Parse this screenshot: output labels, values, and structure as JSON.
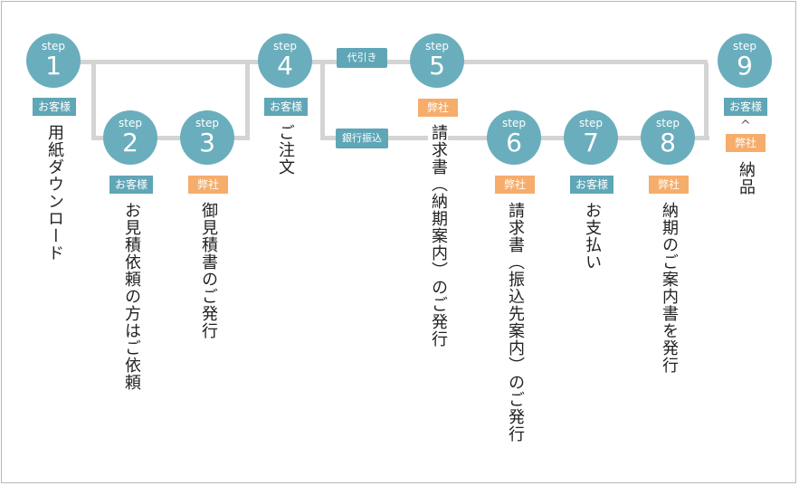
{
  "colors": {
    "circle": "#6aaebd",
    "client_badge": "#5fa6b6",
    "us_badge": "#f6ad6b",
    "line": "#d4d4d4"
  },
  "steps": [
    {
      "word": "step",
      "num": "1",
      "badge": "お客様",
      "desc": "用紙ダウンロード"
    },
    {
      "word": "step",
      "num": "2",
      "badge": "お客様",
      "desc": "お見積依頼の方はご依頼"
    },
    {
      "word": "step",
      "num": "3",
      "badge": "弊社",
      "desc": "御見積書のご発行"
    },
    {
      "word": "step",
      "num": "4",
      "badge": "お客様",
      "desc": "ご注文"
    },
    {
      "word": "step",
      "num": "5",
      "badge": "弊社",
      "desc": "請求書（納期案内）のご発行"
    },
    {
      "word": "step",
      "num": "6",
      "badge": "弊社",
      "desc": "請求書（振込先案内）のご発行"
    },
    {
      "word": "step",
      "num": "7",
      "badge": "お客様",
      "desc": "お支払い"
    },
    {
      "word": "step",
      "num": "8",
      "badge": "弊社",
      "desc": "納期のご案内書を発行"
    },
    {
      "word": "step",
      "num": "9",
      "badge": "お客様",
      "badge2": "弊社",
      "caret": "^",
      "desc": "納品"
    }
  ],
  "routes": {
    "cod": "代引き",
    "bank": "銀行振込"
  }
}
